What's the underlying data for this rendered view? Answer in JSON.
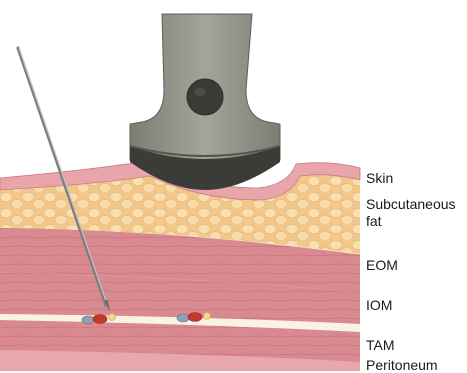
{
  "labels": {
    "skin": "Skin",
    "subcutaneous_line1": "Subcutaneous",
    "subcutaneous_line2": "fat",
    "eom": "EOM",
    "iom": "IOM",
    "tam": "TAM",
    "peritoneum": "Peritoneum"
  },
  "colors": {
    "probe_body": "#8f8f86",
    "probe_head": "#3a3a3a",
    "skin": "#e8a8ad",
    "fat": "#f1c98a",
    "muscle": "#d9868c",
    "fascia": "#fbf2e6",
    "needle": "#9a9a9a"
  }
}
